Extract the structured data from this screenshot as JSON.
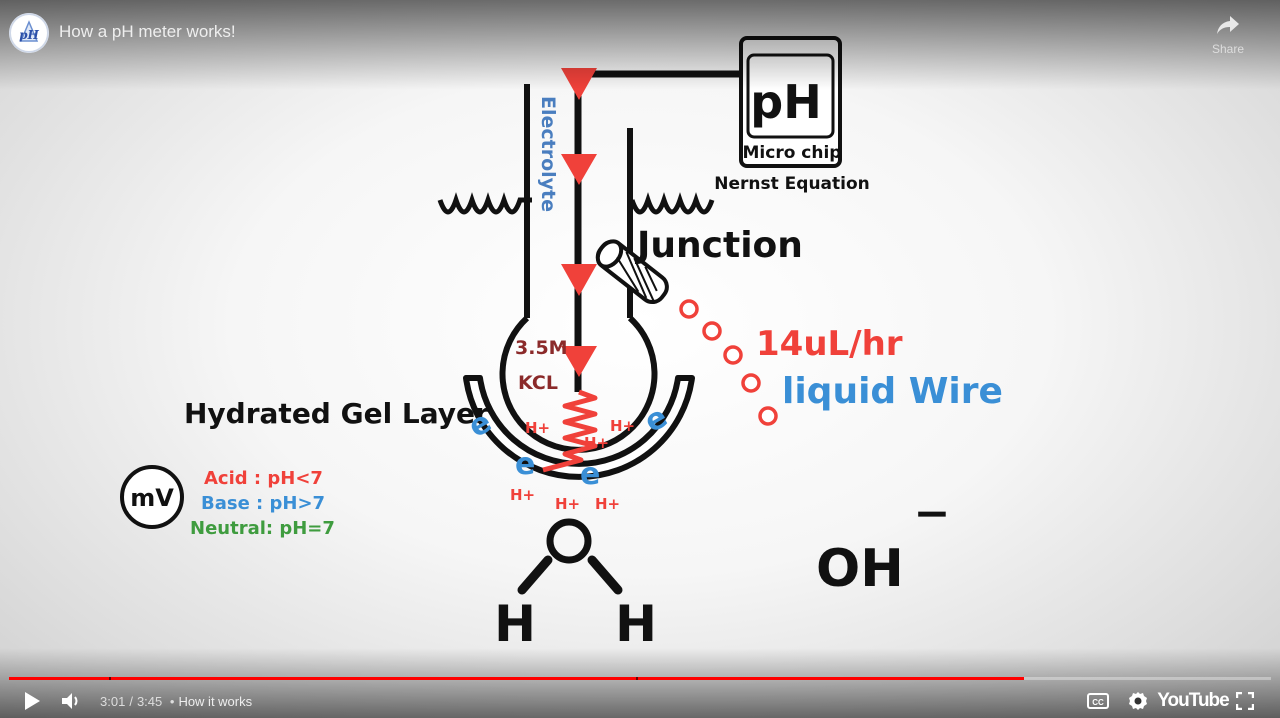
{
  "player": {
    "title": "How a pH meter works!",
    "channel_avatar_text": "pH",
    "share_label": "Share",
    "current_time": "3:01",
    "duration": "3:45",
    "time_separator": "/",
    "chapter_bullet": "•",
    "chapter_title": "How it works",
    "progress_fraction": 0.804,
    "cc_label": "CC",
    "brand_label": "YouTube",
    "accent_color": "#ff0000"
  },
  "video": {
    "electrolyte_label": "Electrolyte",
    "meter_label": "pH",
    "chip_label": "Micro chip",
    "equation_label": "Nernst Equation",
    "junction_label": "Junction",
    "flow_rate_label": "14uL/hr",
    "liquid_wire_label": "liquid Wire",
    "concentration_label": "3.5M",
    "kcl_label": "KCL",
    "gel_layer_label": "Hydrated Gel Layer",
    "mv_label": "mV",
    "acid_label": "Acid : pH<7",
    "base_label": "Base : pH>7",
    "neutral_label": "Neutral: pH=7",
    "hydrogen_ion": "H+",
    "electron": "e",
    "oxygen": "O",
    "hydrogen": "H",
    "hydroxide": "OH",
    "charge": "−",
    "colors": {
      "red": "#f0413a",
      "blue": "#3a8fd6",
      "green": "#3f9c3f",
      "maroon": "#8b2a2a"
    }
  }
}
